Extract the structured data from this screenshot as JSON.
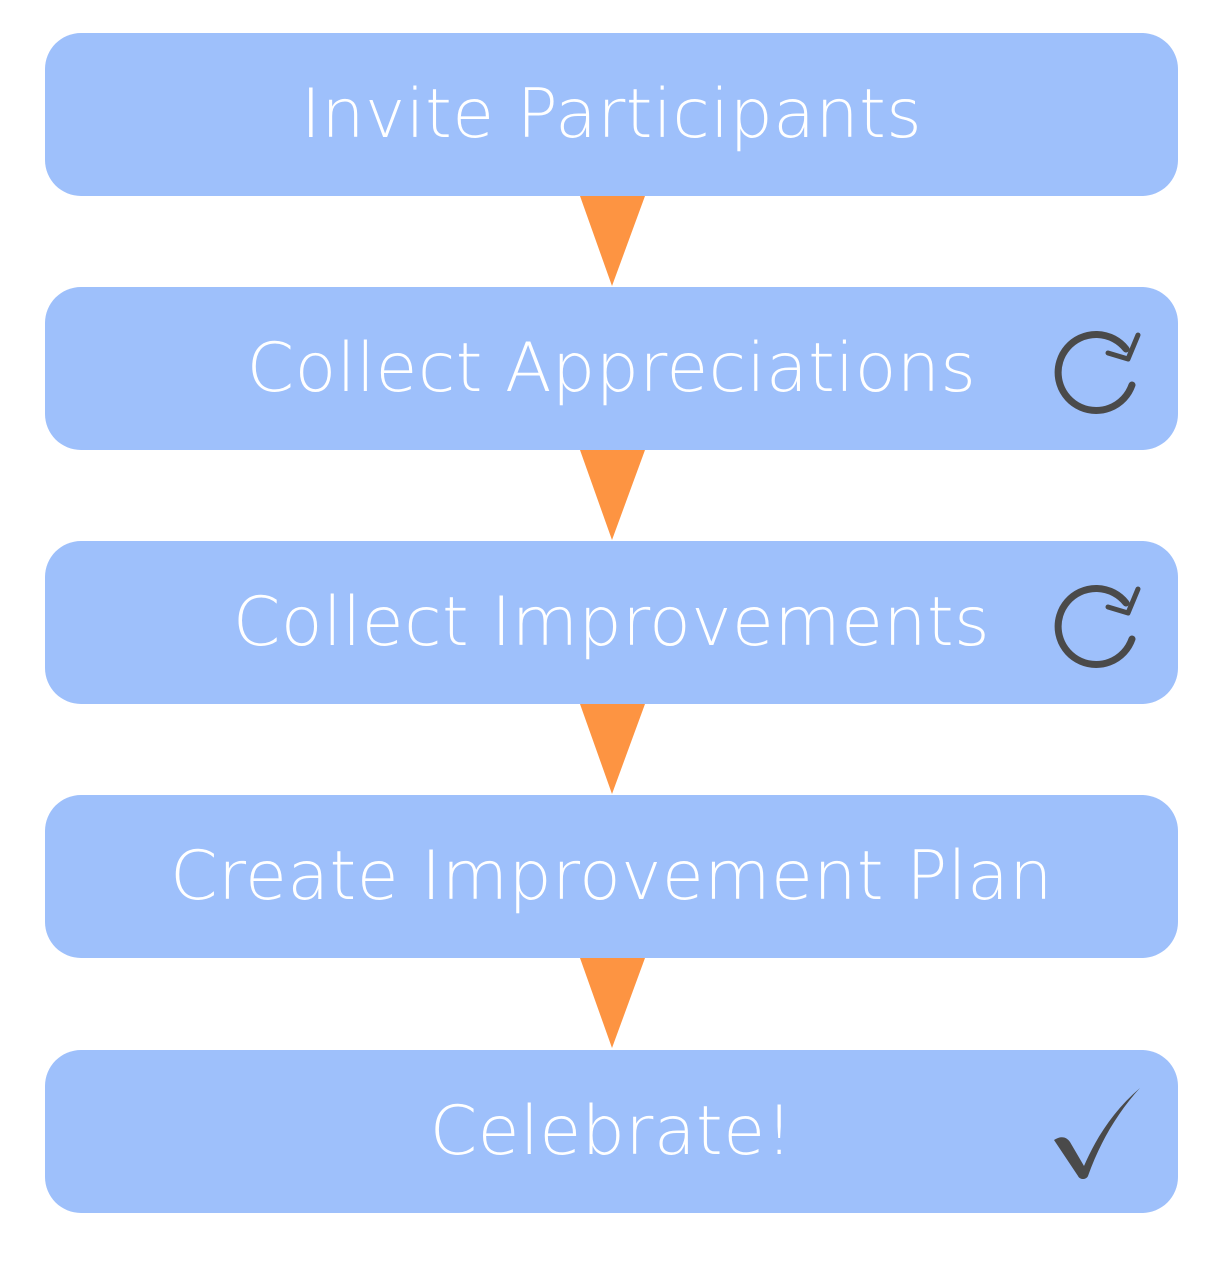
{
  "steps": [
    {
      "label": "Invite Participants",
      "icon": ""
    },
    {
      "label": "Collect Appreciations",
      "icon": "refresh-icon"
    },
    {
      "label": "Collect Improvements",
      "icon": "refresh-icon"
    },
    {
      "label": "Create Improvement Plan",
      "icon": ""
    },
    {
      "label": "Celebrate!",
      "icon": "checkmark-icon"
    }
  ],
  "colors": {
    "box": "#9ec0fb",
    "arrow": "#fd9442",
    "icon": "#4a4a4a",
    "text": "#ffffff"
  }
}
